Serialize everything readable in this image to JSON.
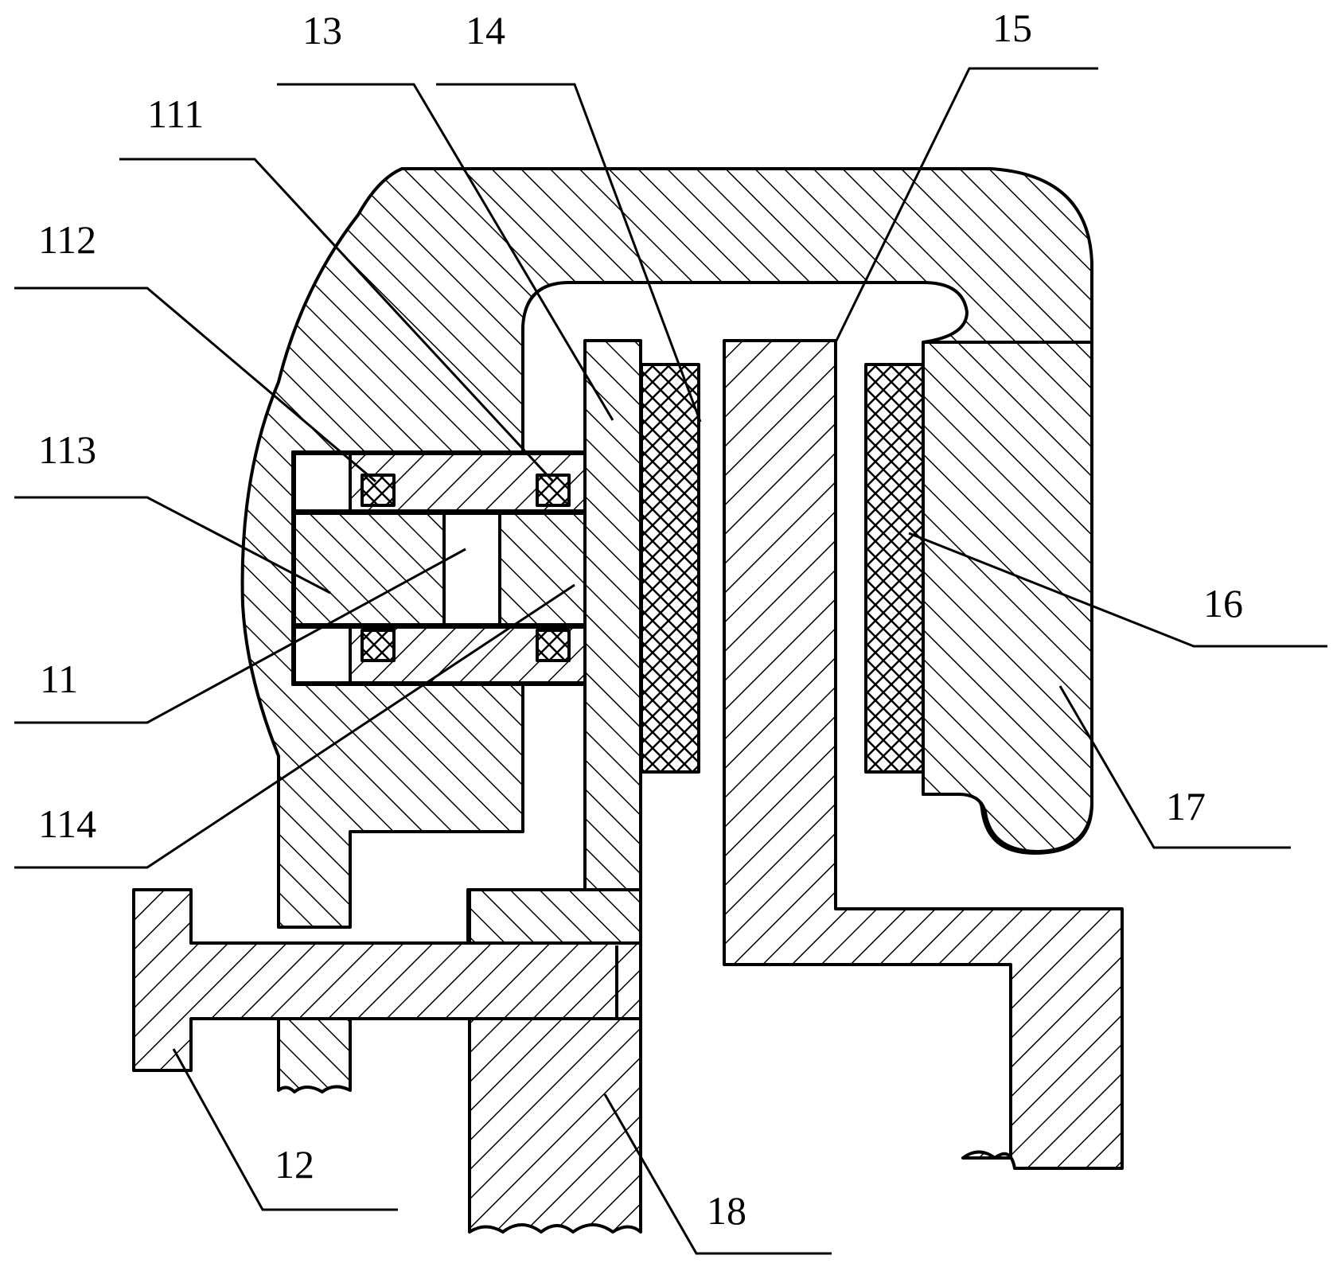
{
  "figure": {
    "colors": {
      "line": "#000000",
      "background": "#ffffff"
    },
    "labels": [
      {
        "id": "13",
        "text": "13"
      },
      {
        "id": "14",
        "text": "14"
      },
      {
        "id": "15",
        "text": "15"
      },
      {
        "id": "111",
        "text": "111"
      },
      {
        "id": "112",
        "text": "112"
      },
      {
        "id": "113",
        "text": "113"
      },
      {
        "id": "11",
        "text": "11"
      },
      {
        "id": "114",
        "text": "114"
      },
      {
        "id": "16",
        "text": "16"
      },
      {
        "id": "17",
        "text": "17"
      },
      {
        "id": "12",
        "text": "12"
      },
      {
        "id": "18",
        "text": "18"
      }
    ]
  }
}
